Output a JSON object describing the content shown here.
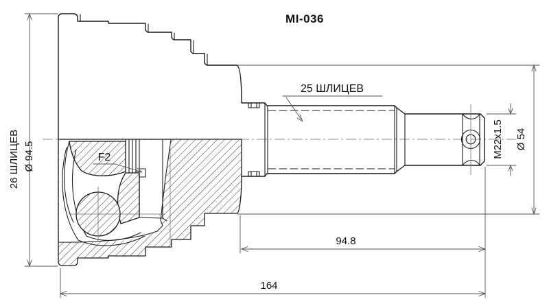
{
  "part_code": "MI-036",
  "labels": {
    "shaft_splines": "25 ШЛИЦЕВ",
    "hub_splines": "26 ШЛИЦЕВ",
    "housing_diameter": "Ø 94.5",
    "groove": "F2",
    "thread_spec": "M22x1.5",
    "boot_land_diameter": "Ø 54"
  },
  "dimensions": {
    "stem_length": "94.8",
    "overall_length": "164"
  },
  "colors": {
    "line": "#1a1a1a",
    "dim": "#4f4f4f",
    "text": "#111111",
    "bg": "#ffffff"
  }
}
